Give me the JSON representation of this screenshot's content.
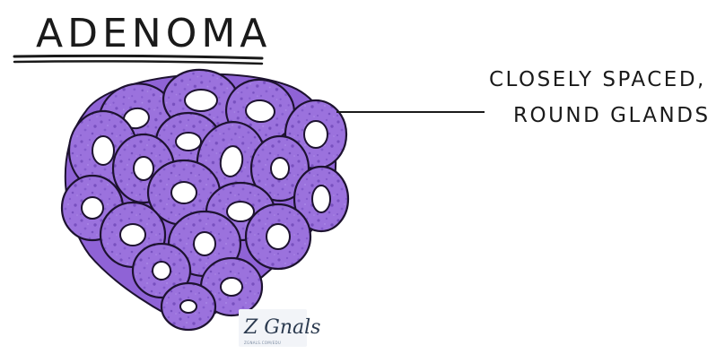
{
  "title": "ADENOMA",
  "label": {
    "line1": "CLOSELY SPACED,",
    "line2": "ROUND GLANDS"
  },
  "colors": {
    "gland_fill": "#9b72dd",
    "gland_stroke": "#1d1230",
    "lumen": "#ffffff",
    "ink": "#1a1a1a",
    "background": "#ffffff"
  },
  "signature_logo": "Z Gnals"
}
